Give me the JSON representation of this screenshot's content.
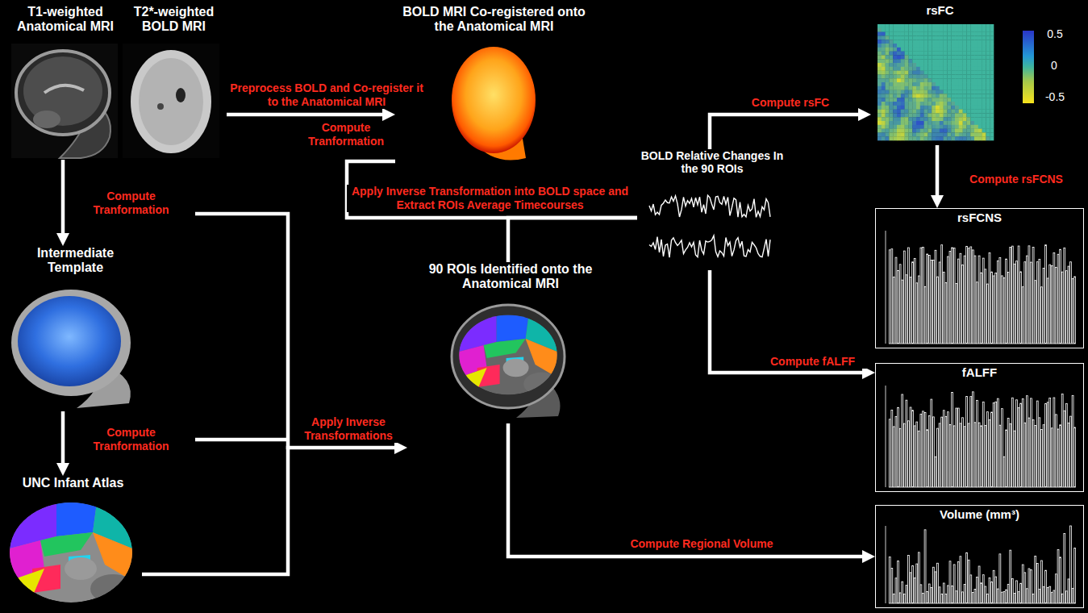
{
  "diagram": {
    "nodes": [
      {
        "text": [
          "T1-weighted Anatomical MRI"
        ]
      },
      {
        "text": [
          "T2*-weighted BOLD MRI"
        ]
      },
      {
        "text": [
          "BOLD MRI Co-registered onto the Anatomical MRI"
        ]
      },
      {
        "text": [
          "Intermediate Template"
        ]
      },
      {
        "text": [
          "UNC Infant Atlas"
        ]
      },
      {
        "text": [
          "90 ROIs Identified onto the Anatomical MRI"
        ]
      },
      {
        "text": [
          "BOLD Relative Changes In the 90 ROIs"
        ]
      },
      {
        "text": [
          "rsFC"
        ]
      },
      {
        "text": [
          "rsFCNS"
        ]
      },
      {
        "text": [
          "fALFF"
        ]
      },
      {
        "text": [
          "Volume (mm³)"
        ]
      }
    ],
    "edges": [
      {
        "from": 1,
        "to": 2,
        "arrow": "to",
        "label": "Preprocess BOLD and Co-register it to the Anatomical MRI"
      },
      {
        "from": 0,
        "to": 3,
        "arrow": "to",
        "label": "Compute Tranformation"
      },
      {
        "from": 3,
        "to": 4,
        "arrow": "to",
        "label": "Compute Tranformation"
      },
      {
        "from": 2,
        "to": 6,
        "arrow": "none",
        "label": "Apply Inverse Transformation into BOLD space and Extract ROIs Average Timecourses"
      },
      {
        "from": 4,
        "to": 5,
        "arrow": "to",
        "label": "Apply Inverse Transformations"
      },
      {
        "from": 5,
        "to": 6,
        "arrow": "none"
      },
      {
        "from": 6,
        "to": 7,
        "arrow": "to",
        "label": "Compute rsFC"
      },
      {
        "from": 7,
        "to": 8,
        "arrow": "to",
        "label": "Compute rsFCNS"
      },
      {
        "from": 6,
        "to": 9,
        "arrow": "to",
        "label": "Compute fALFF"
      },
      {
        "from": 5,
        "to": 10,
        "arrow": "to",
        "label": "Compute Regional Volume"
      }
    ],
    "labels": [
      "Compute Tranformation",
      "0.5",
      "0",
      "-0.5"
    ]
  }
}
